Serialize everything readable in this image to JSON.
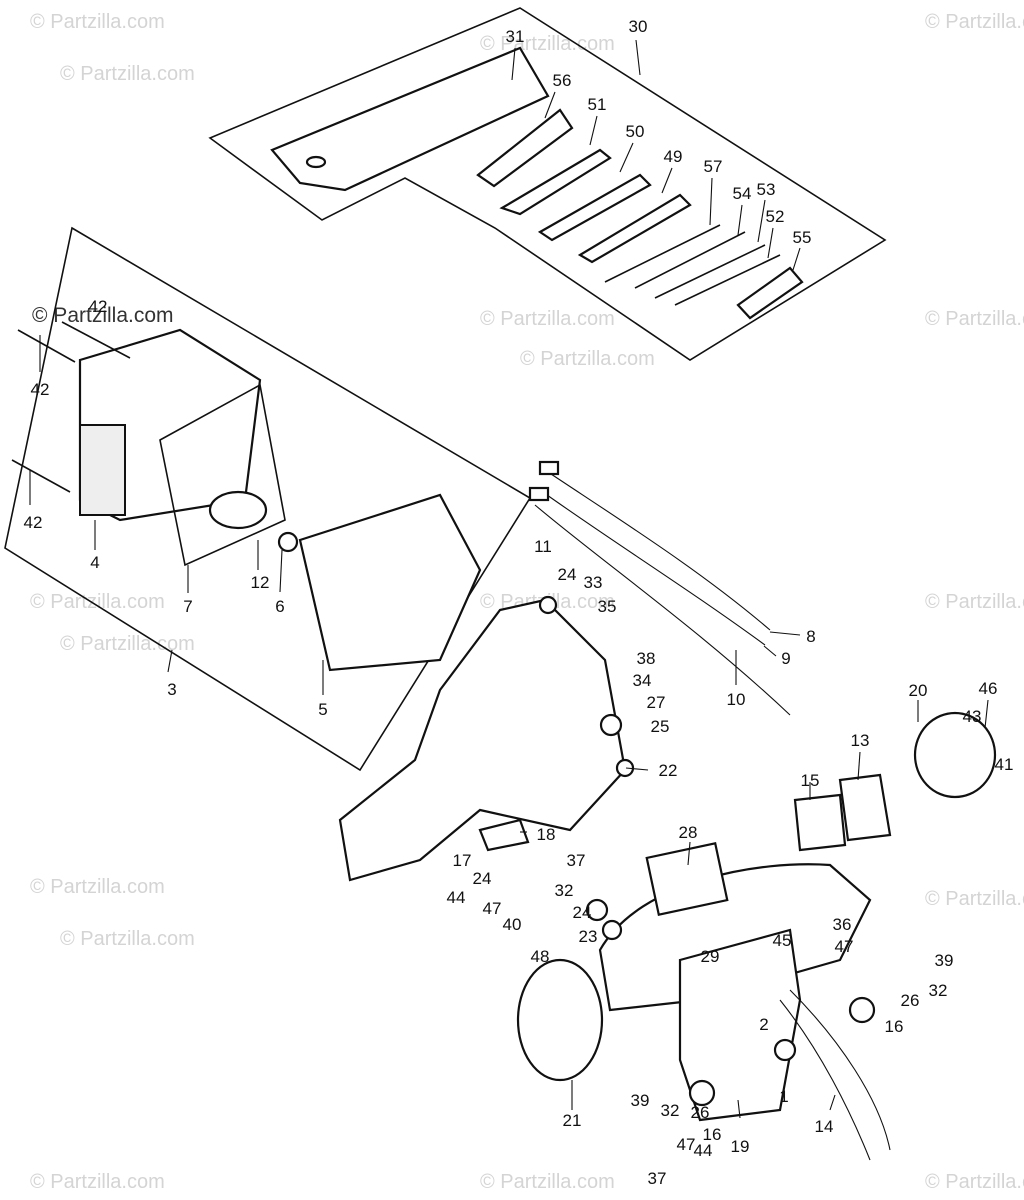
{
  "watermarks": {
    "corner_text": "© Partzilla.com",
    "dark_text": "© Partzilla.com"
  },
  "diagram": {
    "labels": [
      "1",
      "2",
      "3",
      "4",
      "5",
      "6",
      "7",
      "8",
      "9",
      "10",
      "11",
      "12",
      "13",
      "14",
      "15",
      "16",
      "17",
      "18",
      "19",
      "20",
      "21",
      "22",
      "23",
      "24",
      "25",
      "26",
      "27",
      "28",
      "29",
      "30",
      "31",
      "32",
      "33",
      "34",
      "35",
      "36",
      "37",
      "38",
      "39",
      "40",
      "41",
      "42",
      "43",
      "44",
      "45",
      "46",
      "47",
      "48",
      "49",
      "50",
      "51",
      "52",
      "53",
      "54",
      "55",
      "56",
      "57"
    ]
  }
}
